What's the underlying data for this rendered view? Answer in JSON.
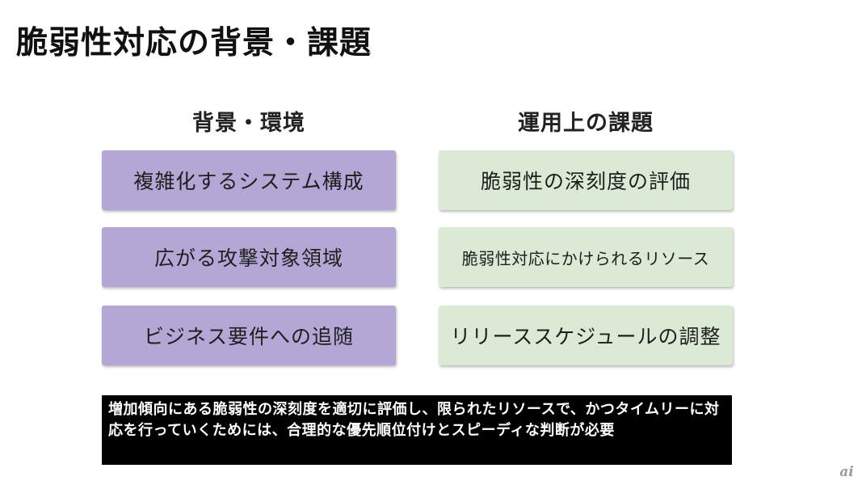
{
  "title": "脆弱性対応の背景・課題",
  "left_column": {
    "heading": "背景・環境",
    "items": [
      "複雑化するシステム構成",
      "広がる攻撃対象領域",
      "ビジネス要件への追随"
    ]
  },
  "right_column": {
    "heading": "運用上の課題",
    "items": [
      "脆弱性の深刻度の評価",
      "脆弱性対応にかけられるリソース",
      "リリーススケジュールの調整"
    ]
  },
  "summary": "増加傾向にある脆弱性の深刻度を適切に評価し、限られたリソースで、かつタイムリーに対応を行っていくためには、合理的な優先順位付けとスピーディな判断が必要",
  "logo": {
    "text": "ai",
    "icon": "ai-logo-icon"
  },
  "colors": {
    "left_card": "#b4a7d6",
    "right_card": "#dbead5",
    "summary_bg": "#000000",
    "summary_text": "#ffffff"
  }
}
